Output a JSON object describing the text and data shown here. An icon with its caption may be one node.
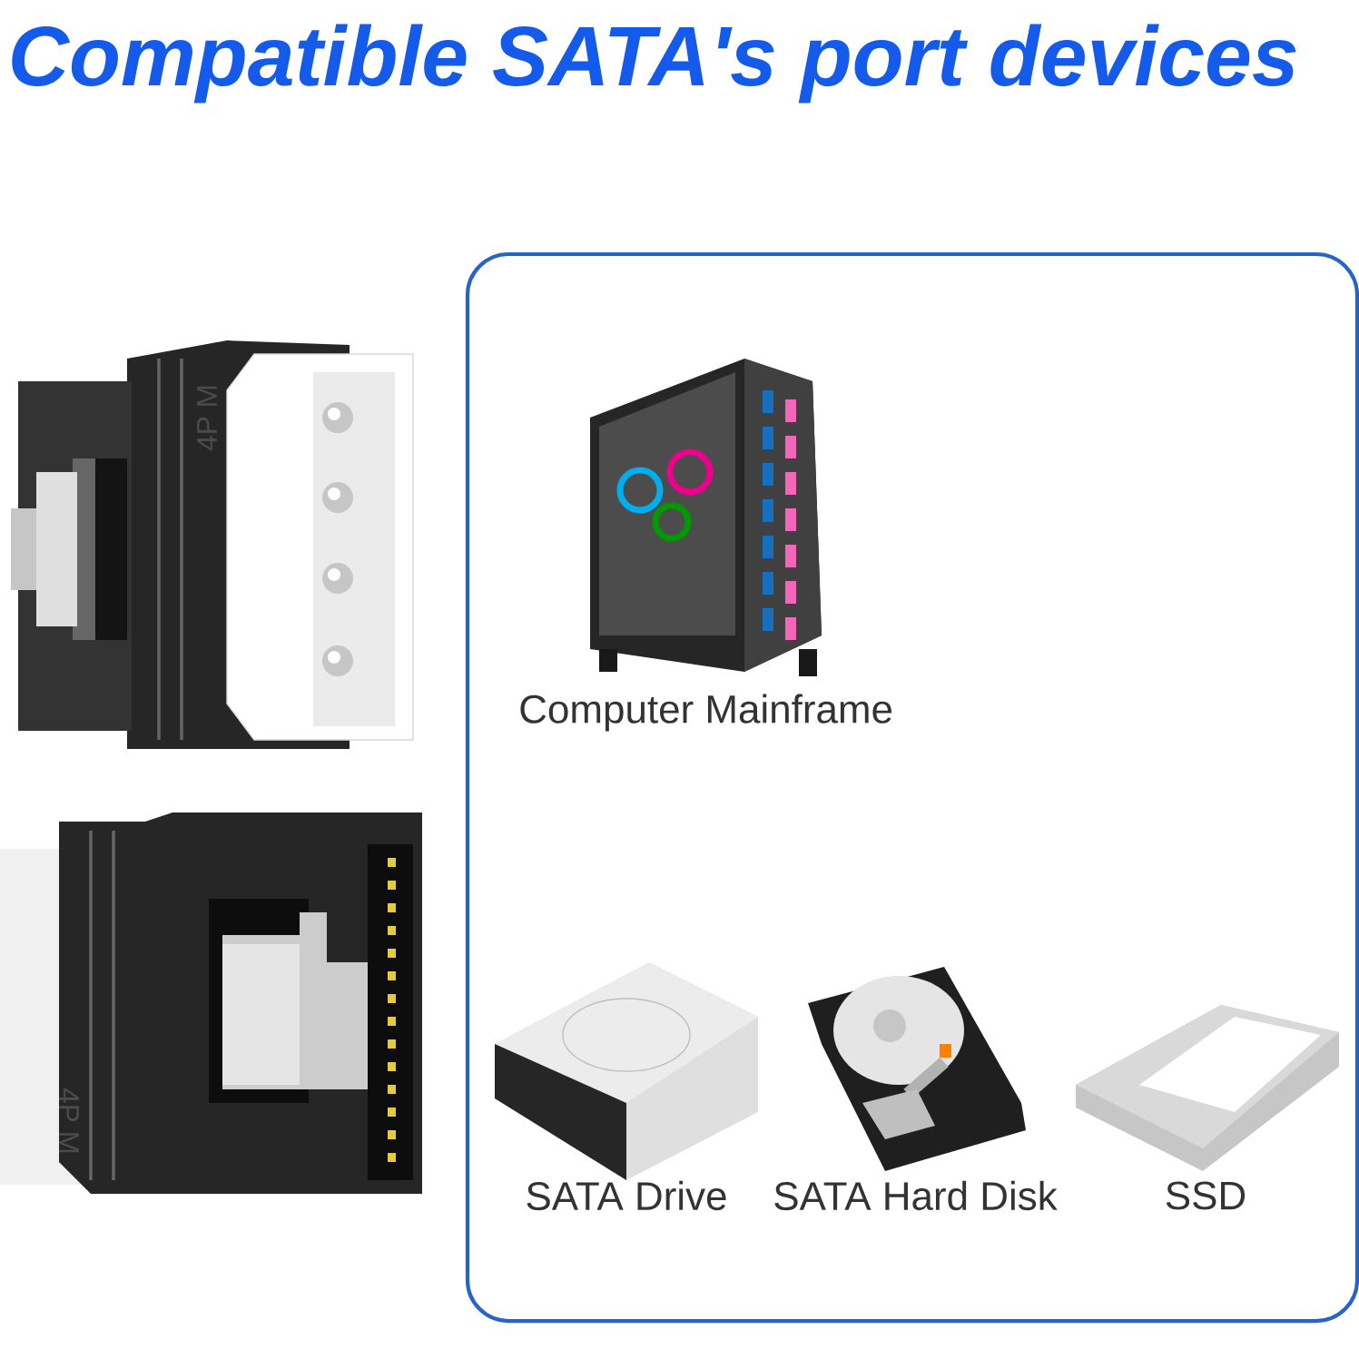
{
  "diagram": {
    "title": "Compatible SATA's port devices",
    "labels": [
      "4P M",
      "Computer Mainframe",
      "4P M",
      "SATA Drive",
      "SATA Hard Disk",
      "SSD"
    ]
  }
}
